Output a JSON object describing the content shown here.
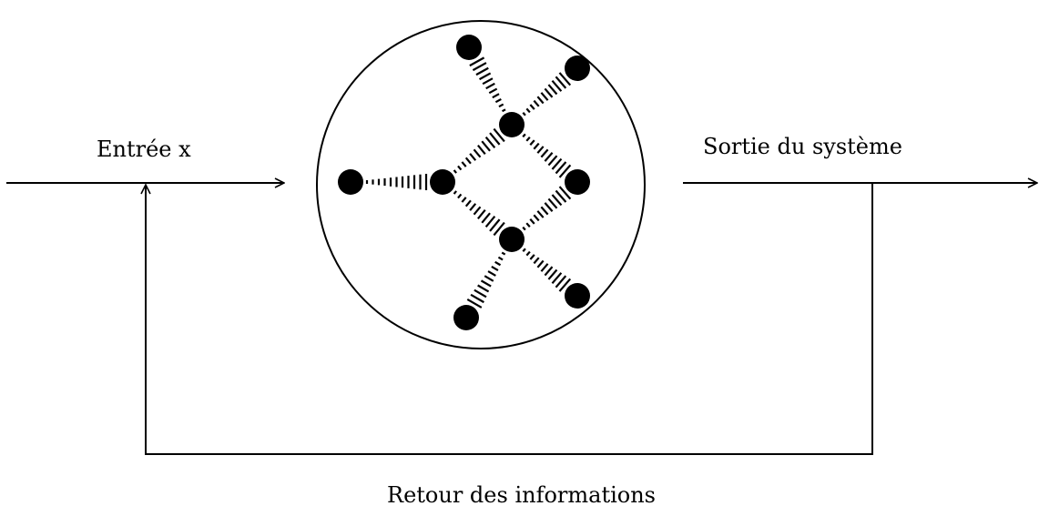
{
  "labels": {
    "input": "Entrée x",
    "output": "Sortie du système",
    "feedback": "Retour des informations"
  },
  "colors": {
    "stroke": "#000000",
    "background": "#ffffff"
  }
}
